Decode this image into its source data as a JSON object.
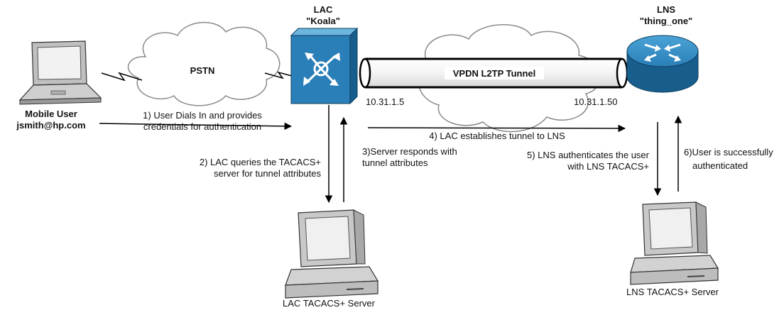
{
  "lac": {
    "title": "LAC",
    "name": "\"Koala\""
  },
  "lns": {
    "title": "LNS",
    "name": "\"thing_one\""
  },
  "pstn": {
    "label": "PSTN"
  },
  "tunnel": {
    "label": "VPDN L2TP Tunnel"
  },
  "mobile_user": {
    "title": "Mobile User",
    "email": "jsmith@hp.com"
  },
  "ips": {
    "lac": "10.31.1.5",
    "lns": "10.31.1.50"
  },
  "steps": {
    "s1_line1": "1) User Dials In and provides",
    "s1_line2": "credentials for authentication",
    "s2_line1": "2) LAC queries the TACACS+",
    "s2_line2": "server for tunnel attributes",
    "s3_line1": "3)Server responds with",
    "s3_line2": "tunnel attributes",
    "s4": "4) LAC establishes tunnel to LNS",
    "s5_line1": "5) LNS authenticates the user",
    "s5_line2": "with LNS TACACS+",
    "s6_line1": "6)User is successfully",
    "s6_line2": "authenticated"
  },
  "servers": {
    "lac": "LAC TACACS+ Server",
    "lns": "LNS TACACS+ Server"
  },
  "colors": {
    "device_blue": "#2a7fb8",
    "device_dark": "#185e8c",
    "line": "#000000",
    "cloud_stroke": "#8a8a8a"
  }
}
